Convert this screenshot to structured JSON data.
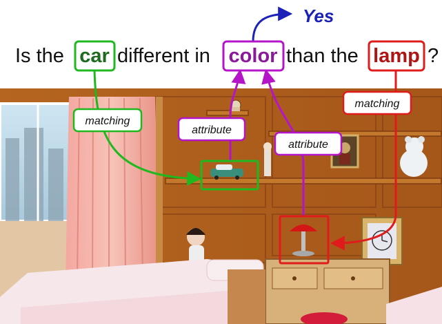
{
  "question": {
    "prefix": "Is the",
    "object1": "car",
    "middle": "different in",
    "attribute_word": "color",
    "connector": "than the",
    "object2": "lamp",
    "suffix": "?"
  },
  "answer": "Yes",
  "edge_labels": {
    "car_matching": "matching",
    "car_attribute": "attribute",
    "lamp_attribute": "attribute",
    "lamp_matching": "matching"
  },
  "colors": {
    "car": "#1fb81f",
    "car_text": "#1e6a1e",
    "color_attr": "#b515c8",
    "color_attr_text": "#8a1a9a",
    "lamp": "#e01b1b",
    "lamp_text": "#b01515",
    "answer": "#1c22b8"
  },
  "image": {
    "scene": "bedroom",
    "objects": [
      "car",
      "lamp",
      "bed",
      "doll",
      "window",
      "curtain",
      "shelf",
      "teddy-bear",
      "clock",
      "picture-frame"
    ]
  }
}
